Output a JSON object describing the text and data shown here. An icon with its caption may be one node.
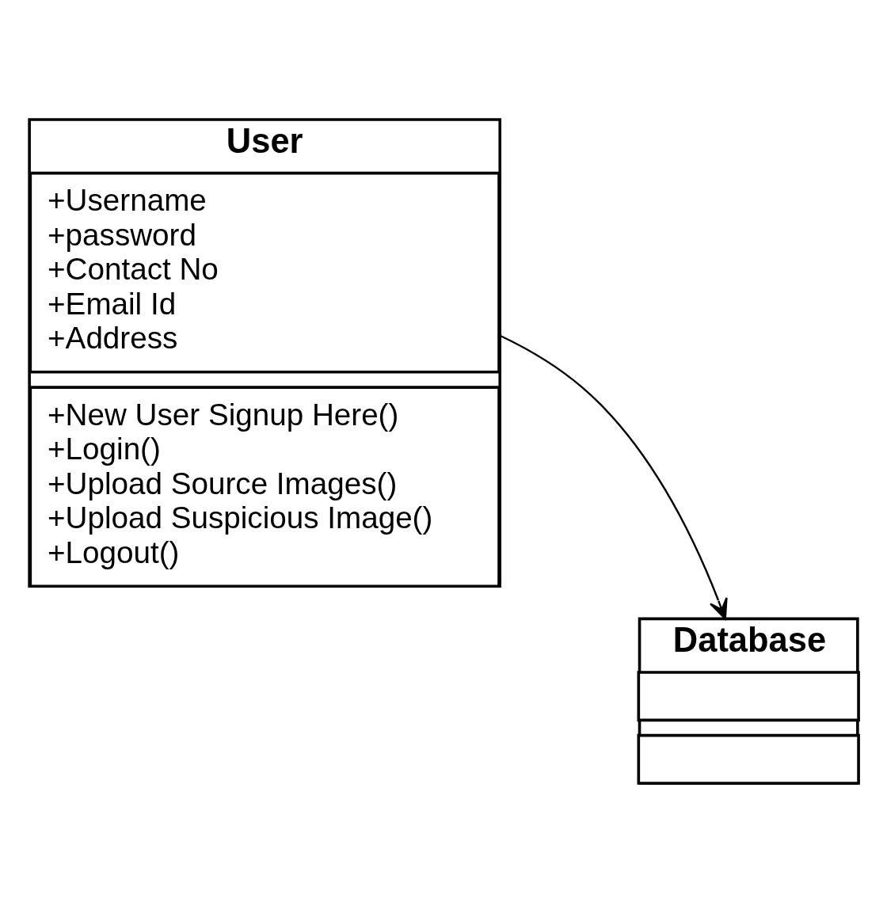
{
  "diagram": {
    "nodes": [
      {
        "text": [
          "User"
        ]
      },
      {
        "text": [
          "+Username",
          "+password",
          "+Contact No",
          "+Email Id",
          "+Address"
        ],
        "in": 0
      },
      {
        "text": [
          "+New User Signup Here()",
          "+Login()",
          "+Upload Source Images()",
          "+Upload Suspicious Image()",
          "+Logout()"
        ],
        "in": 0
      },
      {
        "text": [
          "Database"
        ]
      },
      {
        "text": [],
        "shape": "box",
        "in": 3
      },
      {
        "text": [],
        "shape": "box",
        "in": 3
      }
    ],
    "edges": [
      {
        "from": 0,
        "to": 3,
        "arrow": "to"
      }
    ]
  }
}
